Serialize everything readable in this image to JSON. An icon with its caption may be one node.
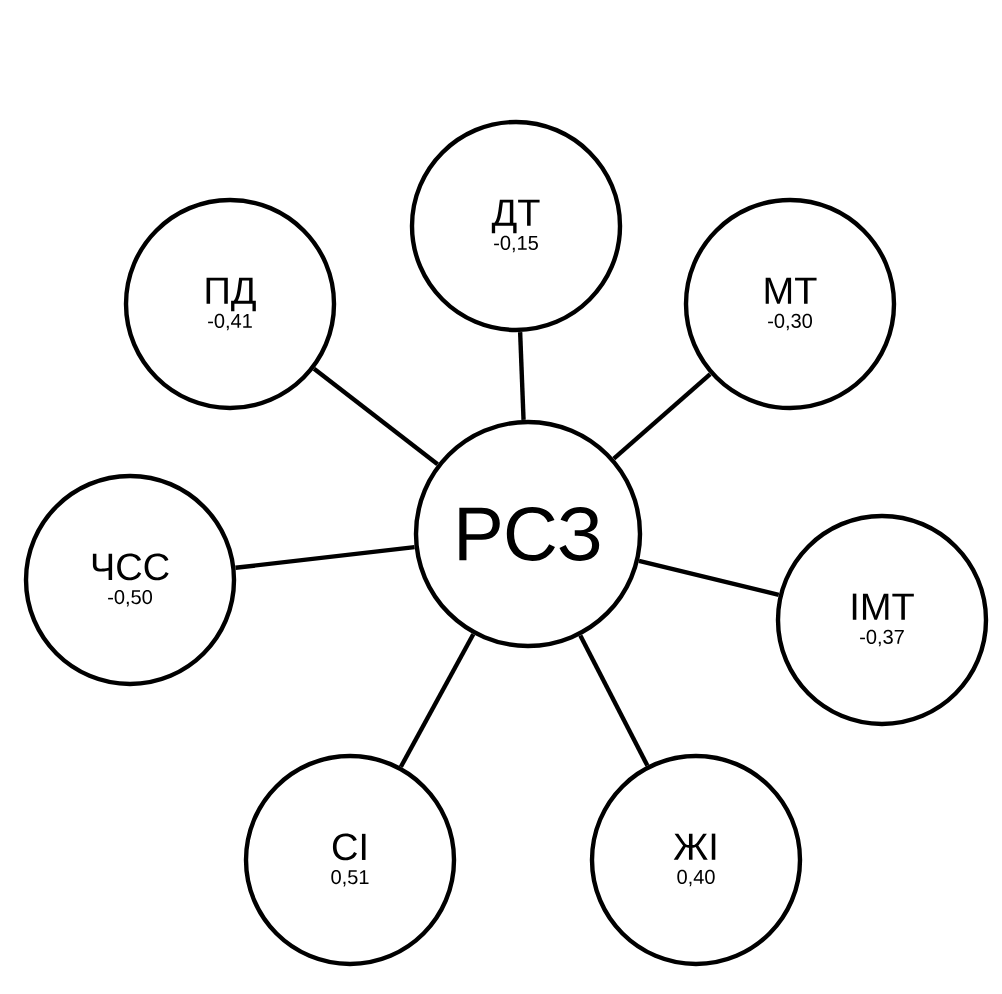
{
  "diagram": {
    "nodes": [
      {
        "text": [
          "РСЗ"
        ]
      },
      {
        "text": [
          "ДТ",
          "-0,15"
        ]
      },
      {
        "text": [
          "МТ",
          "-0,30"
        ]
      },
      {
        "text": [
          "ПД",
          "-0,41"
        ]
      },
      {
        "text": [
          "ЧСС",
          "-0,50"
        ]
      },
      {
        "text": [
          "ІМТ",
          "-0,37"
        ]
      },
      {
        "text": [
          "СІ",
          "0,51"
        ]
      },
      {
        "text": [
          "ЖІ",
          "0,40"
        ]
      }
    ],
    "edges": [
      {
        "from": 0,
        "to": 1,
        "arrow": "none"
      },
      {
        "from": 0,
        "to": 2,
        "arrow": "none"
      },
      {
        "from": 0,
        "to": 3,
        "arrow": "none"
      },
      {
        "from": 0,
        "to": 4,
        "arrow": "none"
      },
      {
        "from": 0,
        "to": 5,
        "arrow": "none"
      },
      {
        "from": 0,
        "to": 6,
        "arrow": "none"
      },
      {
        "from": 0,
        "to": 7,
        "arrow": "none"
      }
    ]
  }
}
